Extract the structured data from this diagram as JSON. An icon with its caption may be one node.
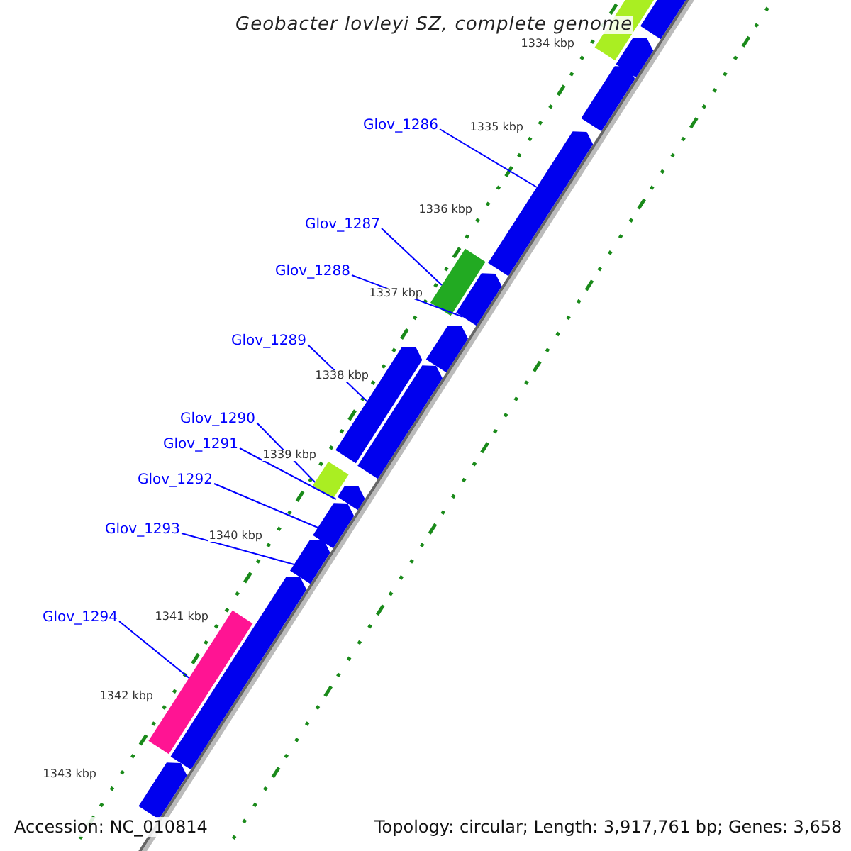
{
  "diagram": {
    "title": "Geobacter lovleyi SZ, complete genome",
    "nodes": [
      {
        "text": [
          "Glov_1286"
        ]
      },
      {
        "text": [
          "Glov_1287"
        ]
      },
      {
        "text": [
          "Glov_1288"
        ]
      },
      {
        "text": [
          "Glov_1289"
        ]
      },
      {
        "text": [
          "Glov_1290"
        ]
      },
      {
        "text": [
          "Glov_1291"
        ]
      },
      {
        "text": [
          "Glov_1292"
        ]
      },
      {
        "text": [
          "Glov_1293"
        ]
      },
      {
        "text": [
          "Glov_1294"
        ]
      },
      {
        "text": [],
        "shape": "box"
      },
      {
        "text": [],
        "shape": "arrow"
      },
      {
        "text": [],
        "shape": "arrow"
      },
      {
        "text": [],
        "shape": "arrow"
      },
      {
        "text": [],
        "shape": "arrow"
      },
      {
        "text": [],
        "shape": "box"
      },
      {
        "text": [],
        "shape": "arrow"
      },
      {
        "text": [],
        "shape": "arrow"
      },
      {
        "text": [],
        "shape": "arrow"
      },
      {
        "text": [],
        "shape": "arrow"
      },
      {
        "text": [],
        "shape": "box"
      },
      {
        "text": [],
        "shape": "arrow"
      },
      {
        "text": [],
        "shape": "arrow"
      },
      {
        "text": [],
        "shape": "arrow"
      },
      {
        "text": [],
        "shape": "arrow"
      },
      {
        "text": [],
        "shape": "box"
      },
      {
        "text": [],
        "shape": "arrow"
      },
      {
        "text": [],
        "shape": "arrow"
      }
    ],
    "edges": [
      {
        "from": 0,
        "to": 13,
        "arrow": "none"
      },
      {
        "from": 1,
        "to": 14,
        "arrow": "none"
      },
      {
        "from": 2,
        "to": 15,
        "arrow": "none"
      },
      {
        "from": 3,
        "to": 17,
        "arrow": "none"
      },
      {
        "from": 4,
        "to": 19,
        "arrow": "none"
      },
      {
        "from": 5,
        "to": 20,
        "arrow": "none"
      },
      {
        "from": 6,
        "to": 21,
        "arrow": "none"
      },
      {
        "from": 7,
        "to": 22,
        "arrow": "none"
      },
      {
        "from": 8,
        "to": 24,
        "arrow": "none"
      }
    ],
    "labels": [
      "1334 kbp",
      "1335 kbp",
      "1336 kbp",
      "1337 kbp",
      "1338 kbp",
      "1339 kbp",
      "1340 kbp",
      "1341 kbp",
      "1342 kbp",
      "1343 kbp",
      "Accession: NC_010814",
      "Topology: circular; Length: 3,917,761 bp; Genes: 3,658"
    ]
  }
}
